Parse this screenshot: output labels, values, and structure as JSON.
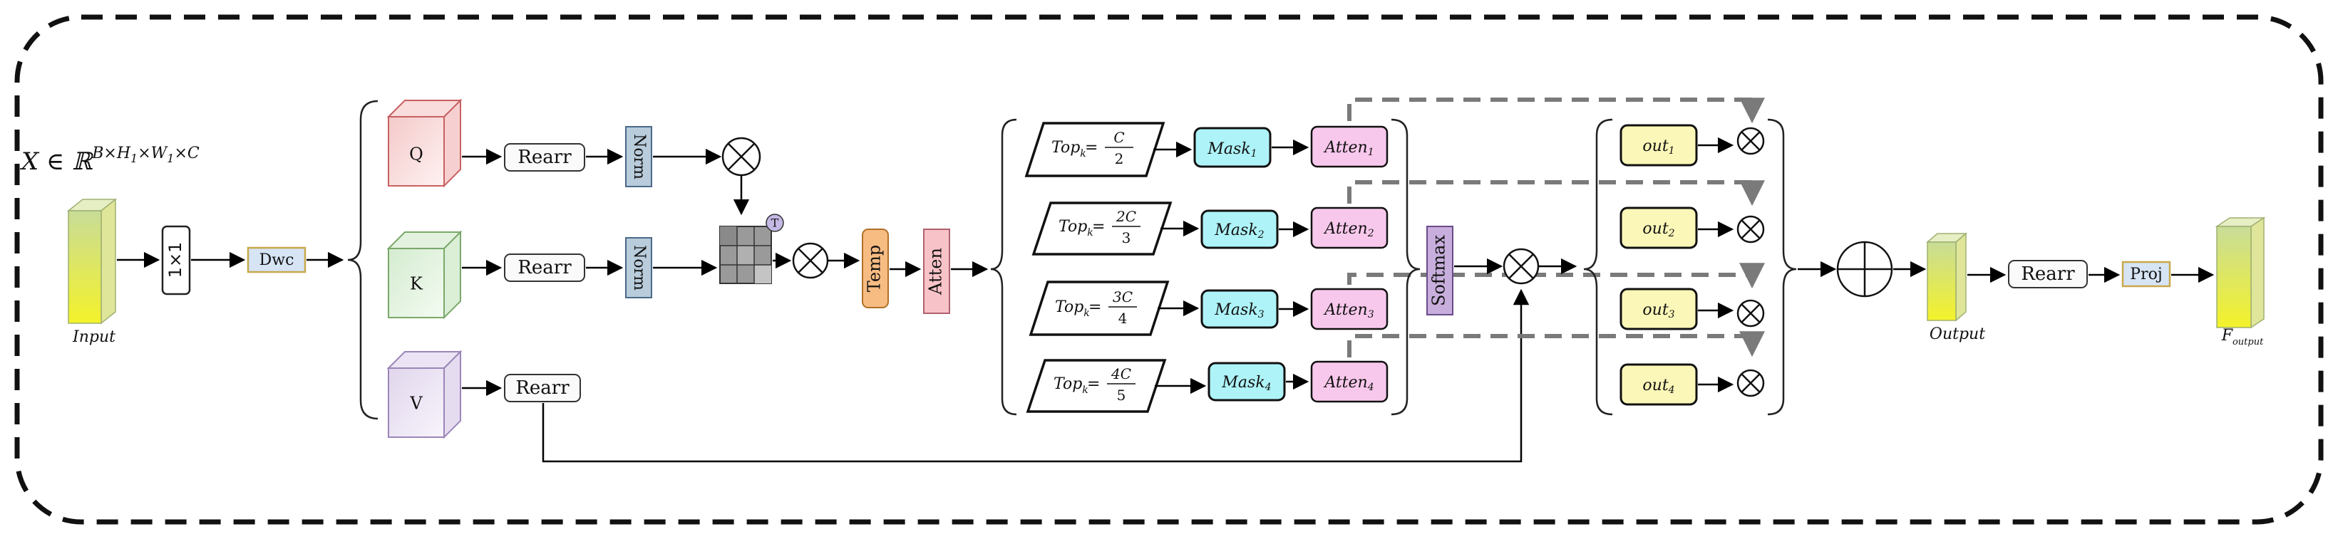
{
  "input": {
    "formula_base": "X ∈ ℝ",
    "formula_sup": "B×H",
    "formula_sub1": "1",
    "formula_mid": "×W",
    "formula_sub2": "1",
    "formula_end": "×C",
    "label": "Input"
  },
  "blocks": {
    "conv1x1": "1×1",
    "dwc": "Dwc",
    "q": "Q",
    "k": "K",
    "v": "V",
    "rearr_q": "Rearr",
    "rearr_k": "Rearr",
    "rearr_v": "Rearr",
    "norm_q": "Norm",
    "norm_k": "Norm",
    "transpose": "T",
    "temp": "Temp",
    "atten": "Atten",
    "softmax": "Softmax",
    "rearr_out": "Rearr",
    "proj": "Proj"
  },
  "topk": [
    {
      "prefix": "Top",
      "sub": "k",
      "num": "C",
      "den": "2"
    },
    {
      "prefix": "Top",
      "sub": "k",
      "num": "2C",
      "den": "3"
    },
    {
      "prefix": "Top",
      "sub": "k",
      "num": "3C",
      "den": "4"
    },
    {
      "prefix": "Top",
      "sub": "k",
      "num": "4C",
      "den": "5"
    }
  ],
  "masks": [
    {
      "base": "Mask",
      "sub": "1"
    },
    {
      "base": "Mask",
      "sub": "2"
    },
    {
      "base": "Mask",
      "sub": "3"
    },
    {
      "base": "Mask",
      "sub": "4"
    }
  ],
  "attens": [
    {
      "base": "Atten",
      "sub": "1"
    },
    {
      "base": "Atten",
      "sub": "2"
    },
    {
      "base": "Atten",
      "sub": "3"
    },
    {
      "base": "Atten",
      "sub": "4"
    }
  ],
  "outs": [
    {
      "base": "out",
      "sub": "1"
    },
    {
      "base": "out",
      "sub": "2"
    },
    {
      "base": "out",
      "sub": "3"
    },
    {
      "base": "out",
      "sub": "4"
    }
  ],
  "output": {
    "label": "Output"
  },
  "final": {
    "base": "F",
    "sub": "output"
  },
  "colors": {
    "q": "#f4c9c9",
    "k": "#d4ecd0",
    "v": "#e1d6ec",
    "norm": "#b8ccdc",
    "dwc": "#d6e4f4",
    "temp": "#f7bc82",
    "atten": "#f8c3c8",
    "softmax": "#c7aedc",
    "mask": "#aef3f7",
    "atten_k": "#f8c8ec",
    "out": "#fbf7b8",
    "proj": "#d6e4f4",
    "tensor_top": "#c8dc98",
    "tensor_bottom": "#f4f22a",
    "dashed": "#7a7a7a"
  }
}
